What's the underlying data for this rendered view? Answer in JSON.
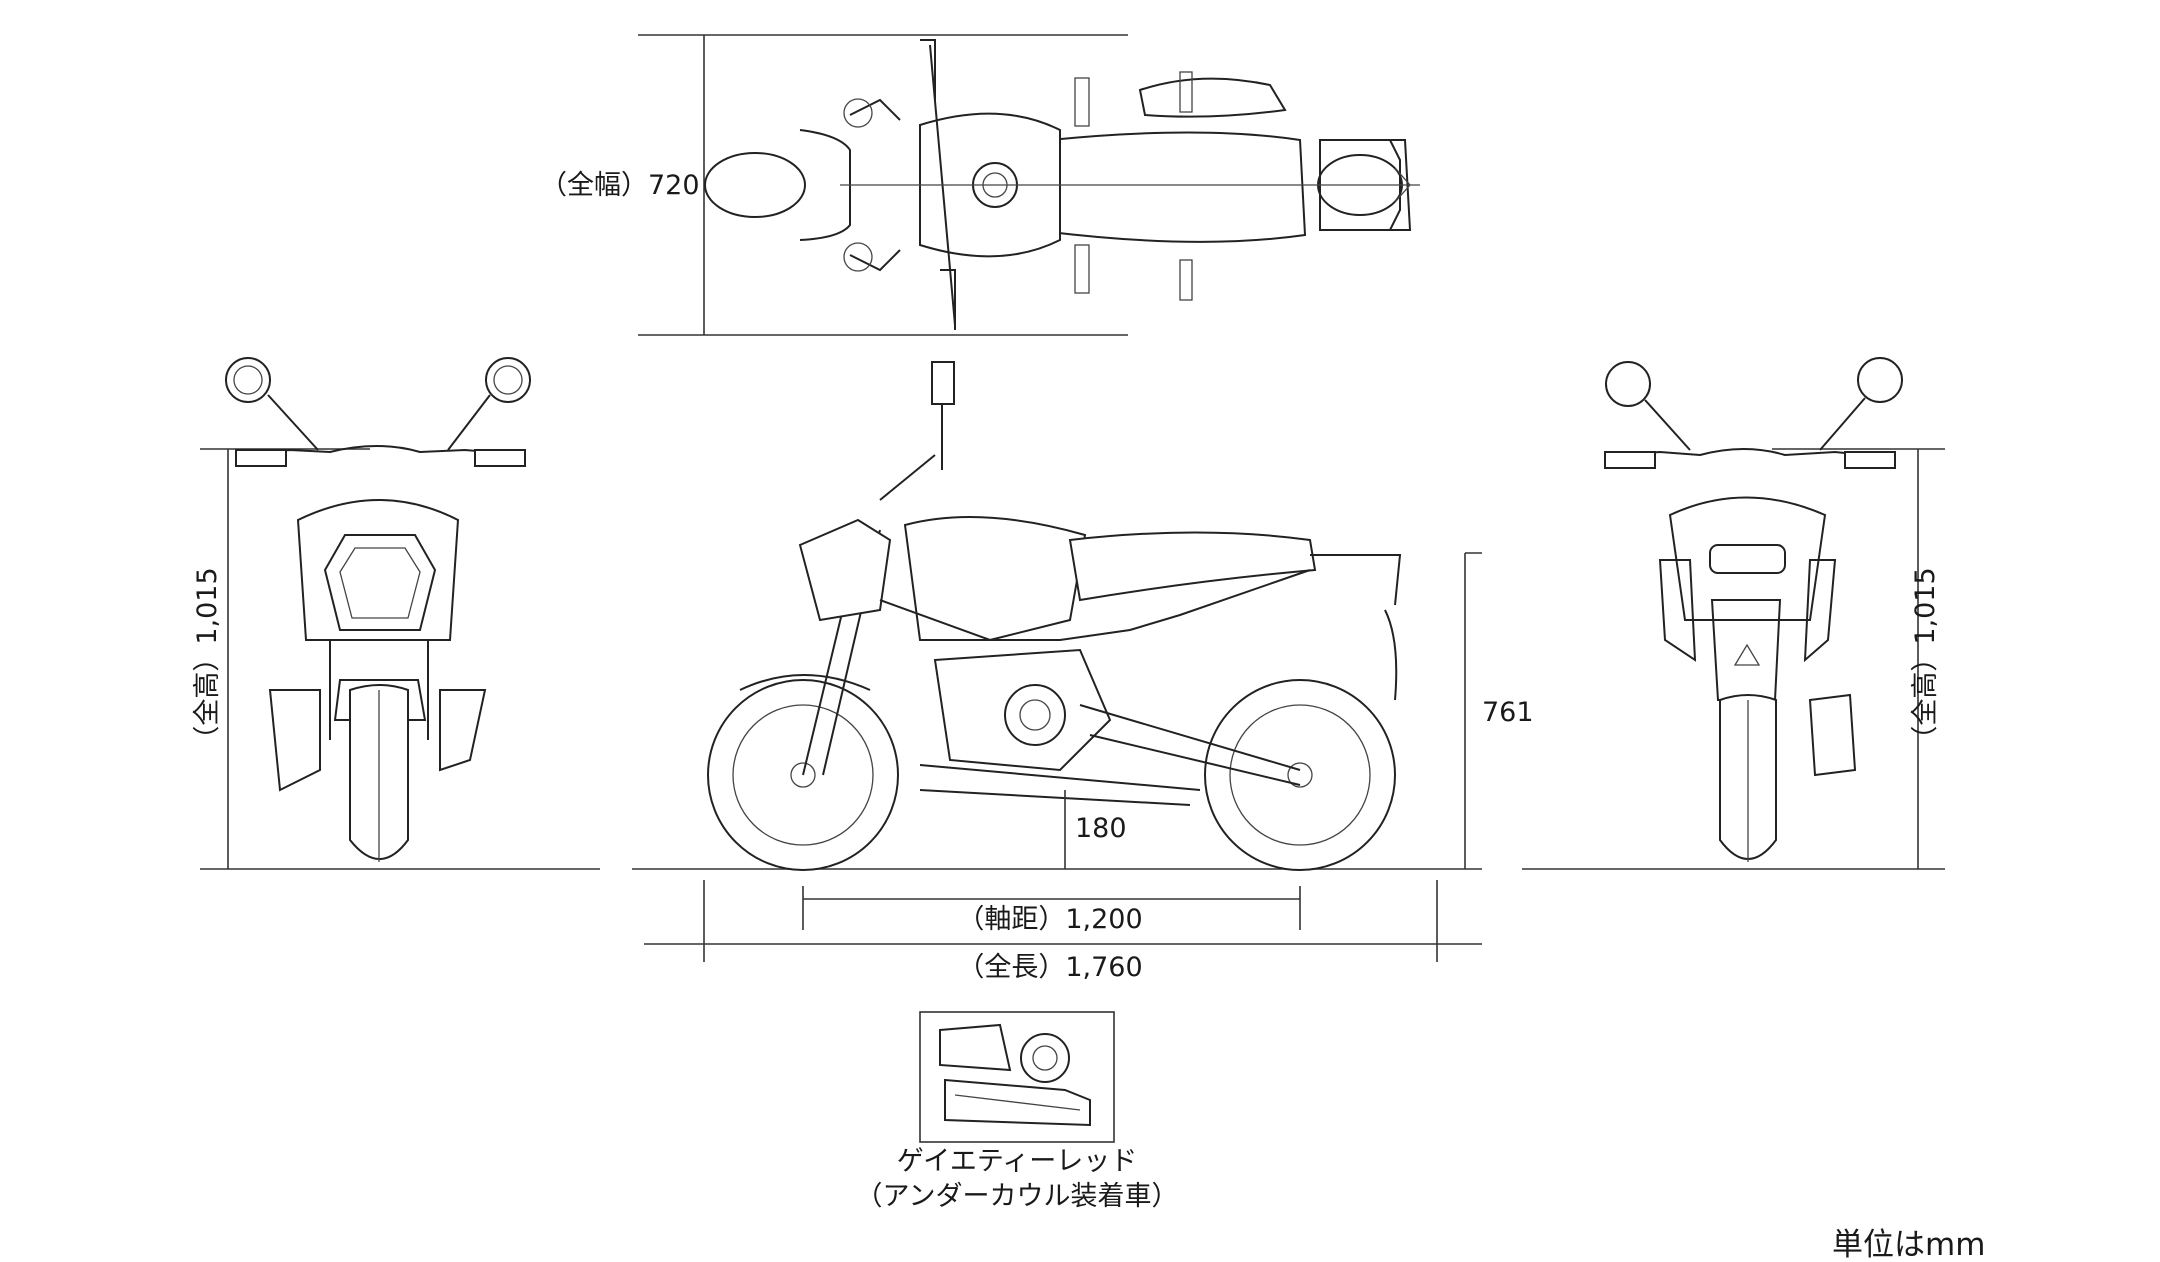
{
  "dimensions": {
    "width": "（全幅）720",
    "height_left": "（全高）1,015",
    "height_right": "（全高）1,015",
    "seat_height": "761",
    "ground_clearance": "180",
    "wheelbase": "（軸距）1,200",
    "length": "（全長）1,760"
  },
  "inset": {
    "caption_line1": "ゲイエティーレッド",
    "caption_line2": "（アンダーカウル装着車）"
  },
  "unit_note": "単位はmm"
}
